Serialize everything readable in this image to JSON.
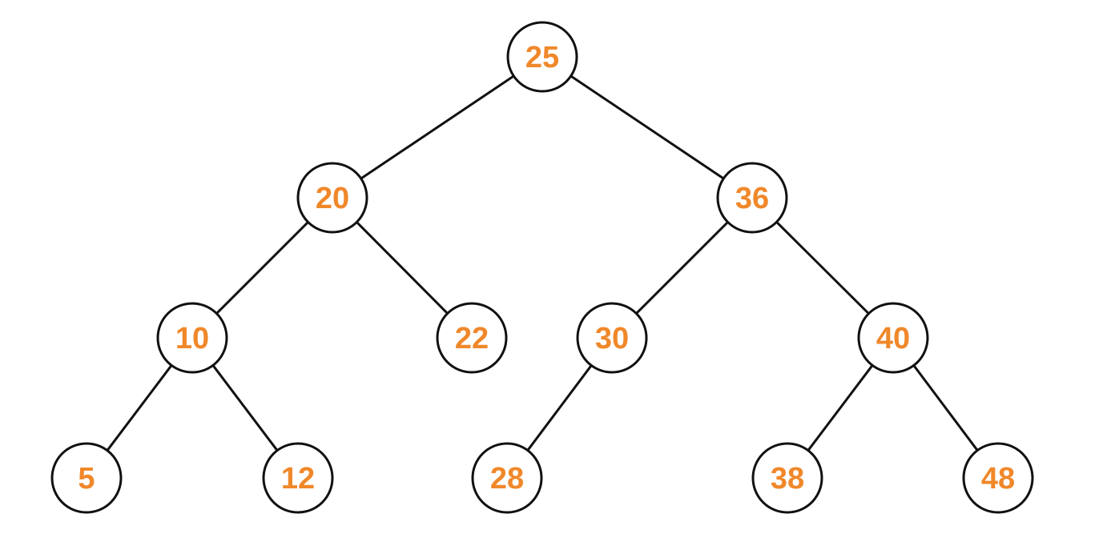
{
  "diagram": {
    "type": "binary-search-tree",
    "colors": {
      "background": "#ffffff",
      "node_label": "#f0882a",
      "node_outline": "#111111",
      "edge": "#111111",
      "node_fill": "#ffffff"
    },
    "nodes": [
      {
        "id": "n25",
        "label": "25"
      },
      {
        "id": "n20",
        "label": "20"
      },
      {
        "id": "n36",
        "label": "36"
      },
      {
        "id": "n10",
        "label": "10"
      },
      {
        "id": "n22",
        "label": "22"
      },
      {
        "id": "n30",
        "label": "30"
      },
      {
        "id": "n40",
        "label": "40"
      },
      {
        "id": "n5",
        "label": "5"
      },
      {
        "id": "n12",
        "label": "12"
      },
      {
        "id": "n28",
        "label": "28"
      },
      {
        "id": "n38",
        "label": "38"
      },
      {
        "id": "n48",
        "label": "48"
      }
    ],
    "edges": [
      {
        "from": "n25",
        "to": "n20"
      },
      {
        "from": "n25",
        "to": "n36"
      },
      {
        "from": "n20",
        "to": "n10"
      },
      {
        "from": "n20",
        "to": "n22"
      },
      {
        "from": "n36",
        "to": "n30"
      },
      {
        "from": "n36",
        "to": "n40"
      },
      {
        "from": "n10",
        "to": "n5"
      },
      {
        "from": "n10",
        "to": "n12"
      },
      {
        "from": "n30",
        "to": "n28"
      },
      {
        "from": "n40",
        "to": "n38"
      },
      {
        "from": "n40",
        "to": "n48"
      }
    ]
  }
}
